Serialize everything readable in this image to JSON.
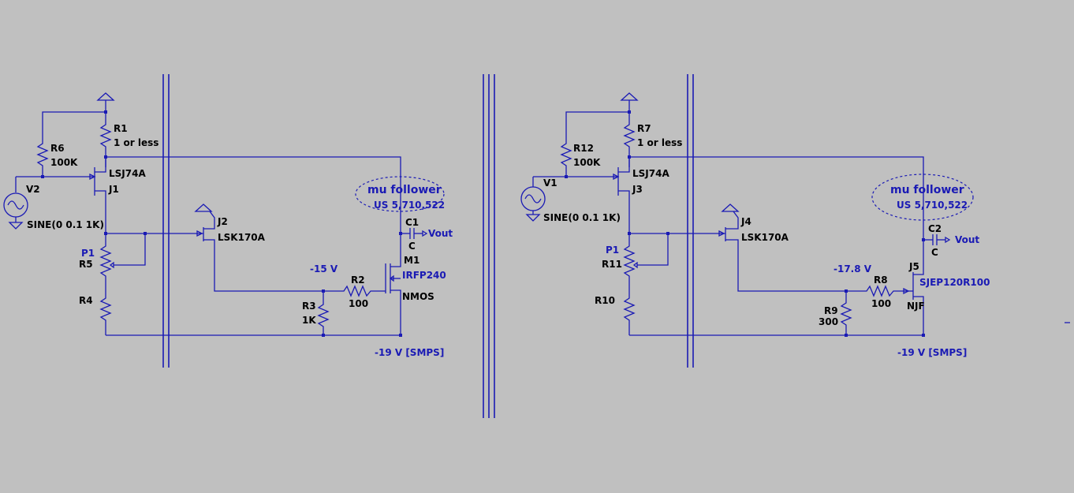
{
  "left": {
    "r1": {
      "ref": "R1",
      "value": "1 or less"
    },
    "r6": {
      "ref": "R6",
      "value": "100K"
    },
    "j1": {
      "ref": "J1",
      "model": "LSJ74A"
    },
    "v2": {
      "ref": "V2",
      "value": "SINE(0 0.1 1K)"
    },
    "p1": "P1",
    "r5": "R5",
    "r4": "R4",
    "j2": {
      "ref": "J2",
      "model": "LSK170A"
    },
    "rail": "-15 V",
    "r2": {
      "ref": "R2",
      "value": "100"
    },
    "r3": {
      "ref": "R3",
      "value": "1K"
    },
    "m1": {
      "ref": "M1",
      "model": "IRFP240",
      "type": "NMOS"
    },
    "c1": {
      "ref": "C1",
      "value": "C"
    },
    "vout": "Vout",
    "mu_title": "mu follower",
    "patent": "US 5,710,522",
    "supply": "-19 V [SMPS]"
  },
  "right": {
    "r7": {
      "ref": "R7",
      "value": "1 or less"
    },
    "r12": {
      "ref": "R12",
      "value": "100K"
    },
    "j3": {
      "ref": "J3",
      "model": "LSJ74A"
    },
    "v1": {
      "ref": "V1",
      "value": "SINE(0 0.1 1K)"
    },
    "p1": "P1",
    "r11": "R11",
    "r10": "R10",
    "j4": {
      "ref": "J4",
      "model": "LSK170A"
    },
    "rail": "-17.8 V",
    "r8": {
      "ref": "R8",
      "value": "100"
    },
    "r9": {
      "ref": "R9",
      "value": "300"
    },
    "j5": {
      "ref": "J5",
      "model": "SJEP120R100",
      "type": "NJF"
    },
    "c2": {
      "ref": "C2",
      "value": "C"
    },
    "vout": "Vout",
    "mu_title": "mu follower",
    "patent": "US 5,710,522",
    "supply": "-19 V [SMPS]"
  }
}
